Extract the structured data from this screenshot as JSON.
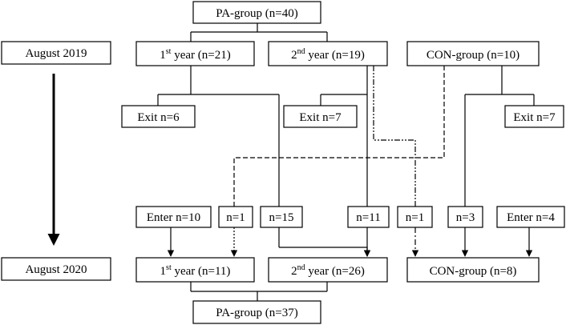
{
  "timeline": {
    "start": "August 2019",
    "end": "August 2020"
  },
  "top": {
    "pa_group": "PA-group (n=40)",
    "first_year_pre": "1",
    "first_year_sup": "st",
    "first_year_post": " year (n=21)",
    "second_year_pre": "2",
    "second_year_sup": "nd",
    "second_year_post": " year (n=19)",
    "con_group": "CON-group (n=10)"
  },
  "exits": {
    "first": "Exit n=6",
    "second": "Exit n=7",
    "con": "Exit n=7"
  },
  "transitions": {
    "enter_pa": "Enter n=10",
    "n1_a": "n=1",
    "n15": "n=15",
    "n11": "n=11",
    "n1_b": "n=1",
    "n3": "n=3",
    "enter_con": "Enter n=4"
  },
  "bottom": {
    "first_year_pre": "1",
    "first_year_sup": "st",
    "first_year_post": " year (n=11)",
    "second_year_pre": "2",
    "second_year_sup": "nd",
    "second_year_post": " year (n=26)",
    "con_group": "CON-group (n=8)",
    "pa_group": "PA-group (n=37)"
  },
  "colors": {
    "line": "#000000",
    "box_fill": "#ffffff"
  }
}
